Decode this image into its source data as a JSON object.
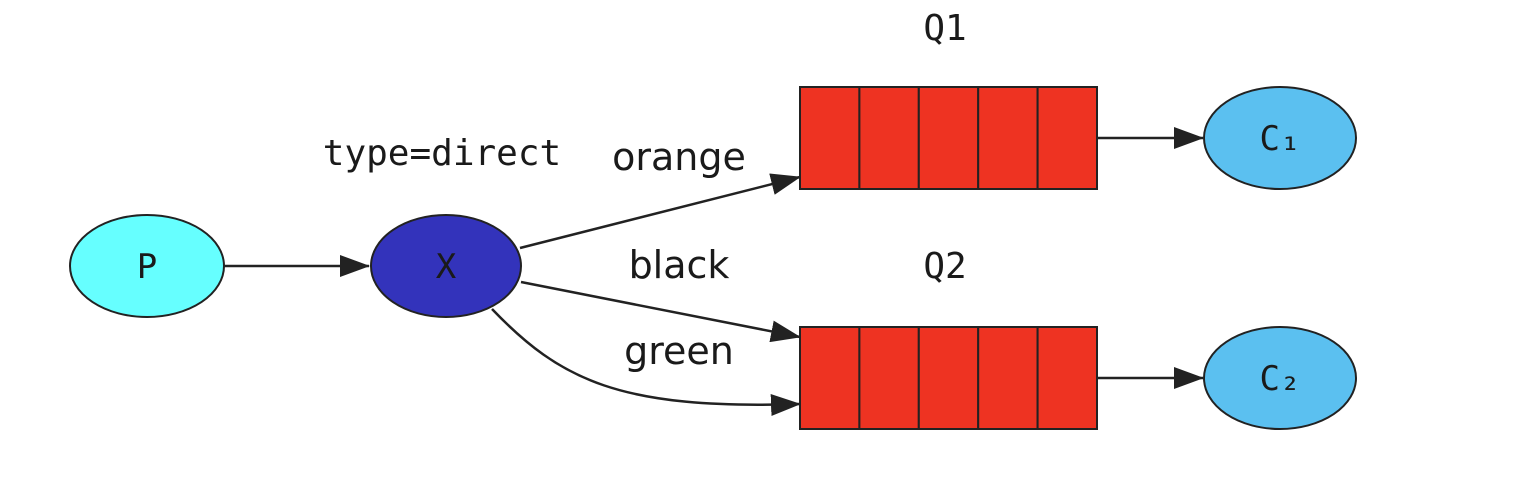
{
  "producer": {
    "label": "P"
  },
  "exchange": {
    "label": "X",
    "type_label": "type=direct"
  },
  "queues": [
    {
      "name": "Q1"
    },
    {
      "name": "Q2"
    }
  ],
  "consumers": [
    {
      "label": "C₁"
    },
    {
      "label": "C₂"
    }
  ],
  "bindings": {
    "orange": "orange",
    "black": "black",
    "green": "green"
  },
  "colors": {
    "producer": "#66ffff",
    "exchange": "#3333bb",
    "queue": "#ee3322",
    "consumer": "#5bc0f0",
    "line": "#222222"
  }
}
